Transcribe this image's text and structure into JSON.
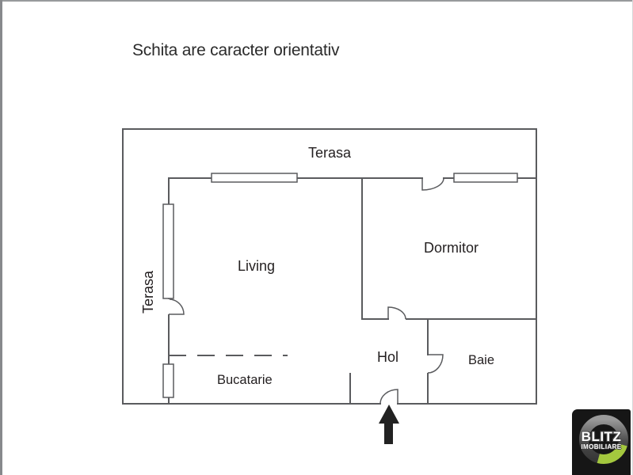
{
  "page": {
    "disclaimer": "Schita are caracter orientativ"
  },
  "rooms": {
    "terasa_top": "Terasa",
    "terasa_left": "Terasa",
    "living": "Living",
    "dormitor": "Dormitor",
    "hol": "Hol",
    "baie": "Baie",
    "bucatarie": "Bucatarie"
  },
  "logo": {
    "brand": "BLITZ",
    "subtitle": "IMOBILIARE",
    "accent_color": "#a4c83e"
  },
  "colors": {
    "wall": "#5a5b5e",
    "arrow": "#222222"
  }
}
